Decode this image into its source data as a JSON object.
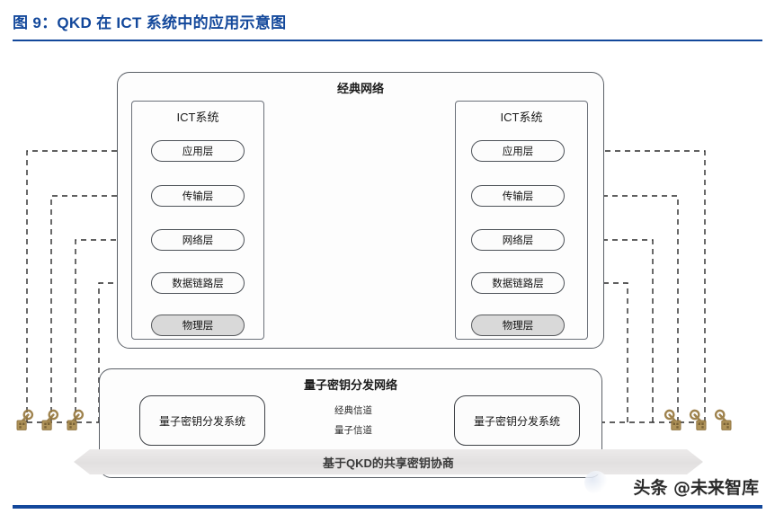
{
  "header": {
    "figure_title": "图 9：QKD 在 ICT 系统中的应用示意图",
    "accent_color": "#13489b"
  },
  "watermark": {
    "text": "头条 @未来智库"
  },
  "diagram": {
    "classical_network": {
      "title": "经典网络",
      "left_system": {
        "title": "ICT系统",
        "layers": [
          {
            "label": "应用层",
            "shaded": false
          },
          {
            "label": "传输层",
            "shaded": false
          },
          {
            "label": "网络层",
            "shaded": false
          },
          {
            "label": "数据链路层",
            "shaded": false
          },
          {
            "label": "物理层",
            "shaded": true
          }
        ]
      },
      "right_system": {
        "title": "ICT系统",
        "layers": [
          {
            "label": "应用层",
            "shaded": false
          },
          {
            "label": "传输层",
            "shaded": false
          },
          {
            "label": "网络层",
            "shaded": false
          },
          {
            "label": "数据链路层",
            "shaded": false
          },
          {
            "label": "物理层",
            "shaded": true
          }
        ]
      }
    },
    "qkd_network": {
      "title": "量子密钥分发网络",
      "left_node": {
        "label": "量子密钥分发系统"
      },
      "right_node": {
        "label": "量子密钥分发系统"
      },
      "channels": [
        {
          "label": "经典信道",
          "style": "solid"
        },
        {
          "label": "量子信道",
          "style": "dotted"
        }
      ],
      "banner": {
        "label": "基于QKD的共享密钥协商"
      }
    },
    "key_icons": {
      "name": "key-icon",
      "count_left": 3,
      "count_right": 3,
      "color": "#9a7b43"
    }
  }
}
